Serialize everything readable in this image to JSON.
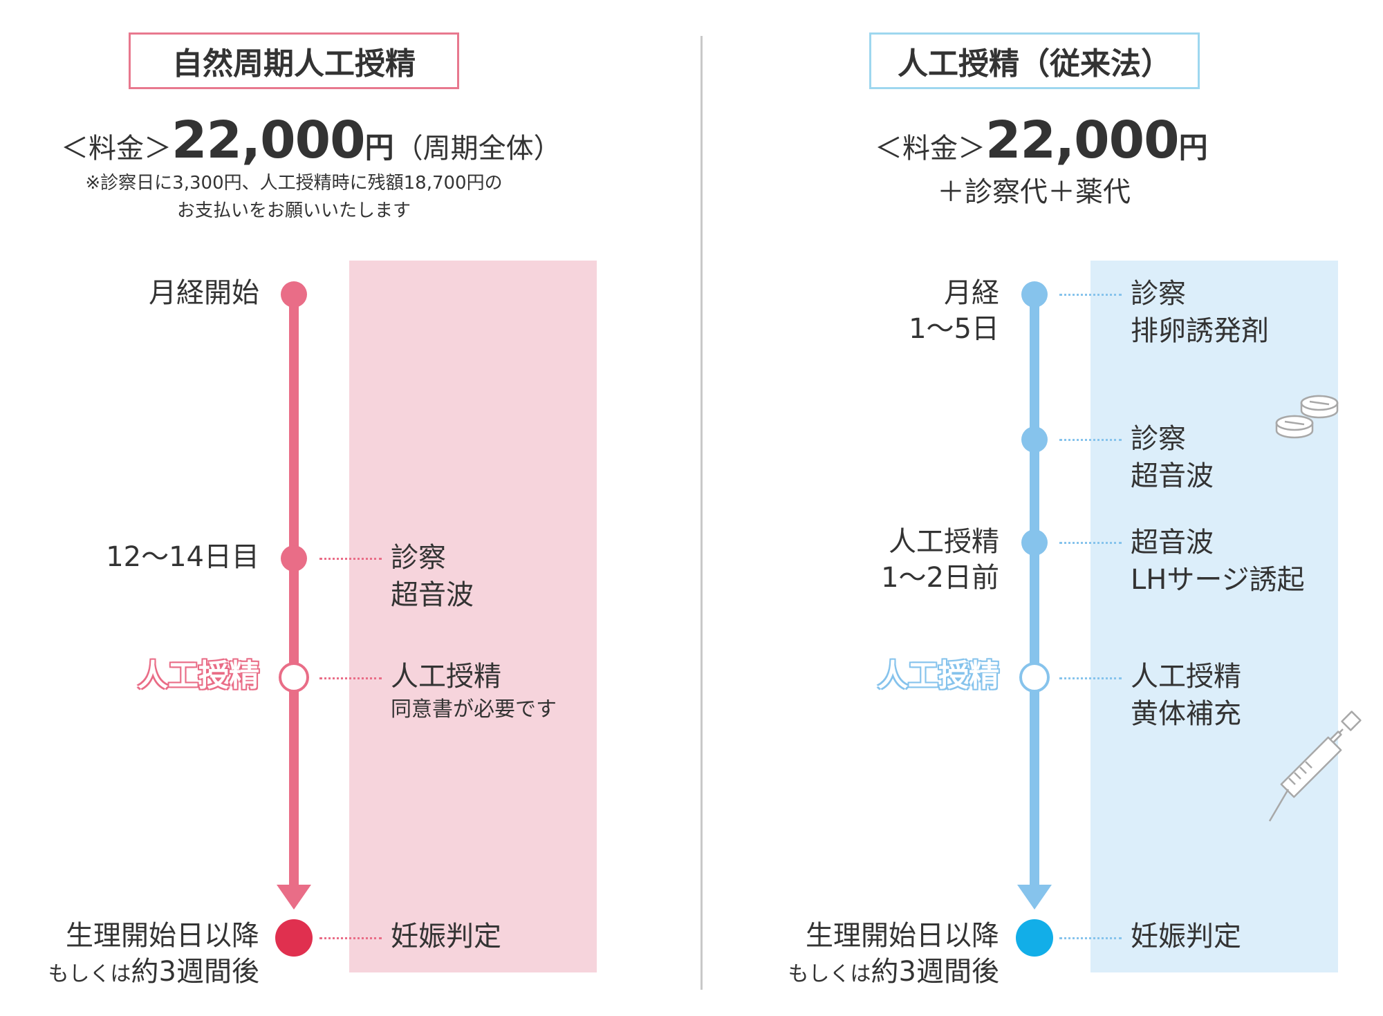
{
  "colors": {
    "pink": "#e96d87",
    "pink_dark": "#e0304f",
    "pink_bg": "#f6d4dc",
    "blue": "#86c3ec",
    "blue_dark": "#12aee8",
    "blue_bg": "#dceefa",
    "pink_border": "#e8788e",
    "blue_border": "#9ed7ef",
    "divider": "#c8c8c8"
  },
  "left": {
    "title": "自然周期人工授精",
    "price": {
      "label": "＜料金＞",
      "amount": "22,000",
      "unit": "円",
      "suffix": "（周期全体）"
    },
    "note_line1": "※診察日に3,300円、人工授精時に残額18,700円の",
    "note_line2": "お支払いをお願いいたします",
    "steps": [
      {
        "left": "月経開始"
      },
      {
        "left": "12〜14日目",
        "right_line1": "診察",
        "right_line2": "超音波"
      },
      {
        "left": "人工授精",
        "right_line1": "人工授精",
        "right_sub": "同意書が必要です"
      },
      {
        "left_line1": "生理開始日以降",
        "left_line2_small": "もしくは",
        "left_line2": "約3週間後",
        "right_line1": "妊娠判定"
      }
    ]
  },
  "right": {
    "title": "人工授精（従来法）",
    "price": {
      "label": "＜料金＞",
      "amount": "22,000",
      "unit": "円"
    },
    "extra": "＋診察代＋薬代",
    "steps": [
      {
        "left_line1": "月経",
        "left_line2": "1〜5日",
        "right_line1": "診察",
        "right_line2": "排卵誘発剤"
      },
      {
        "right_line1": "診察",
        "right_line2": "超音波"
      },
      {
        "left_line1": "人工授精",
        "left_line2": "1〜2日前",
        "right_line1": "超音波",
        "right_line2": "LHサージ誘起"
      },
      {
        "left": "人工授精",
        "right_line1": "人工授精",
        "right_line2": "黄体補充"
      },
      {
        "left_line1": "生理開始日以降",
        "left_line2_small": "もしくは",
        "left_line2": "約3週間後",
        "right_line1": "妊娠判定"
      }
    ],
    "icons": [
      "pills-icon",
      "syringe-icon"
    ]
  }
}
